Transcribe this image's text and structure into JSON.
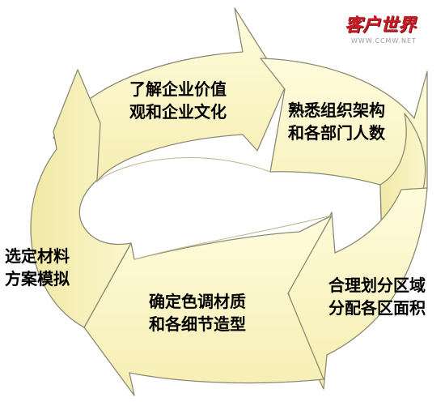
{
  "colors": {
    "arrow_fill": "#FCF8C6",
    "arrow_fill_dark": "#EDE6A2",
    "arrow_stroke": "#8C8A73",
    "logo_red": "#C81D25"
  },
  "logo": {
    "brand": "客户世界",
    "url": "WWW.CCMW.NET"
  },
  "cycle": {
    "steps": [
      {
        "lines": [
          "了解企业价值",
          "观和企业文化"
        ]
      },
      {
        "lines": [
          "熟悉组织架构",
          "和各部门人数"
        ]
      },
      {
        "lines": [
          "合理划分区域",
          "分配各区面积"
        ]
      },
      {
        "lines": [
          "确定色调材质",
          "和各细节造型"
        ]
      },
      {
        "lines": [
          "选定材料",
          "方案模拟"
        ]
      }
    ]
  }
}
